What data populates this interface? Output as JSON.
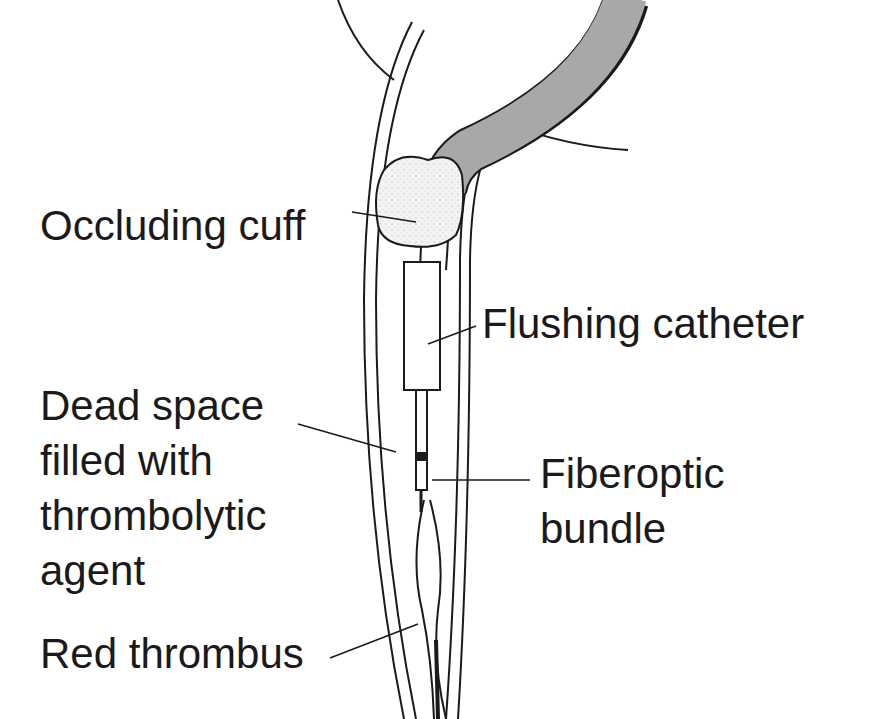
{
  "diagram": {
    "labels": [
      "Occluding cuff",
      "Flushing catheter",
      "Dead space filled with thrombolytic agent",
      "Fiberoptic bundle",
      "Red thrombus"
    ]
  }
}
